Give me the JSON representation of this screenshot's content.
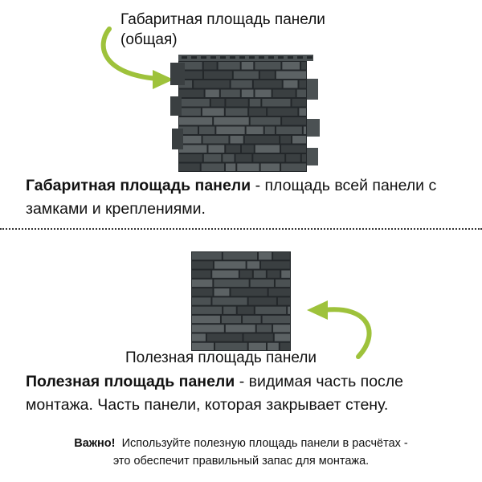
{
  "top": {
    "caption_line1": "Габаритная площадь панели",
    "caption_line2": "(общая)",
    "definition_bold": "Габаритная площадь панели",
    "definition_text": " - площадь всей панели с замками и креплениями."
  },
  "bottom": {
    "caption": "Полезная площадь панели",
    "definition_bold": "Полезная площадь панели",
    "definition_text": " - видимая часть после монтажа. Часть панели, которая закрывает стену."
  },
  "note": {
    "label": "Важно!",
    "line1": "Используйте полезную площадь панели в расчётах -",
    "line2": "это обеспечит правильный запас для монтажа."
  },
  "colors": {
    "arrow": "#9ec23b",
    "panel_dark": "#3a3f41",
    "panel_mid": "#4b5153",
    "panel_light": "#5c6264",
    "mortar": "#23272a"
  },
  "icons": {
    "arrow_top": "curved-arrow-icon",
    "arrow_bottom": "curved-arrow-icon"
  }
}
